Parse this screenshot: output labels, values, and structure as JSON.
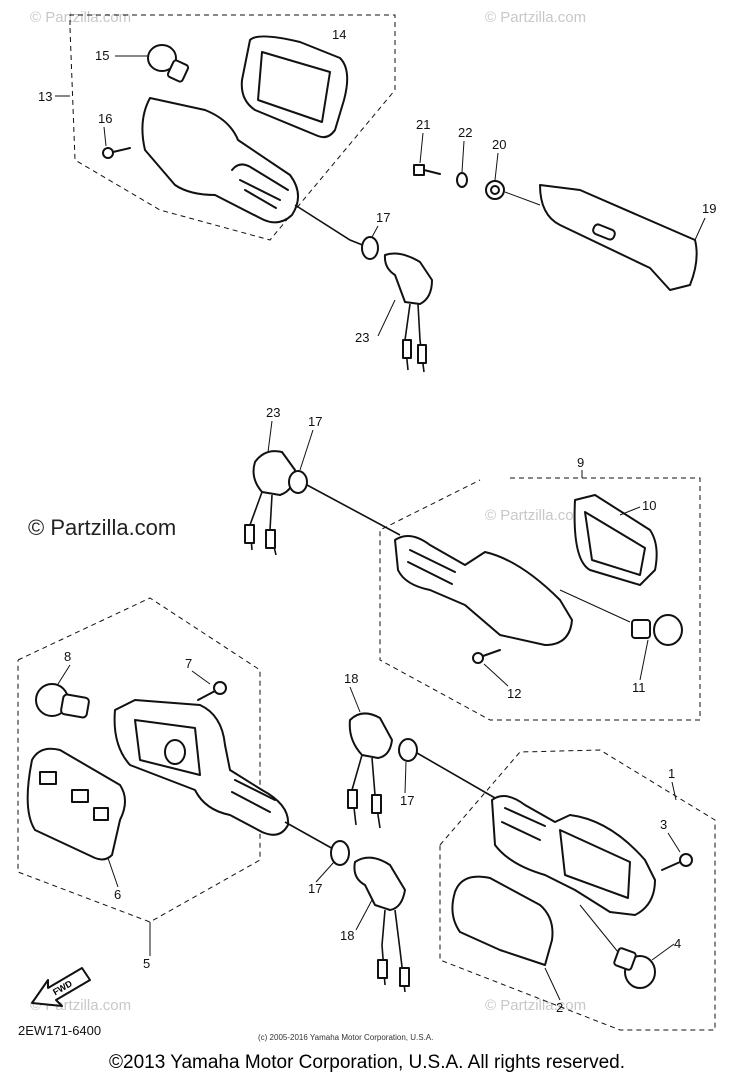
{
  "watermarks": {
    "top_left": "© Partzilla.com",
    "top_right": "© Partzilla.com",
    "middle_left": "© Partzilla.com",
    "middle_right": "© Partzilla.com",
    "bottom_left": "© Partzilla.com",
    "bottom_right": "© Partzilla.com"
  },
  "callouts": {
    "c1": "1",
    "c2": "2",
    "c3": "3",
    "c4": "4",
    "c5": "5",
    "c6": "6",
    "c7": "7",
    "c8": "8",
    "c9": "9",
    "c10": "10",
    "c11": "11",
    "c12": "12",
    "c13": "13",
    "c14": "14",
    "c15": "15",
    "c16": "16",
    "c17a": "17",
    "c17b": "17",
    "c17c": "17",
    "c17d": "17",
    "c18a": "18",
    "c18b": "18",
    "c19": "19",
    "c20": "20",
    "c21": "21",
    "c22": "22",
    "c23a": "23",
    "c23b": "23"
  },
  "fwd_label": "FWD",
  "diagram_code": "2EW171-6400",
  "small_copyright": "(c) 2005-2016 Yamaha Motor Corporation, U.S.A.",
  "footer_copyright": "©2013 Yamaha Motor Corporation, U.S.A. All rights reserved."
}
